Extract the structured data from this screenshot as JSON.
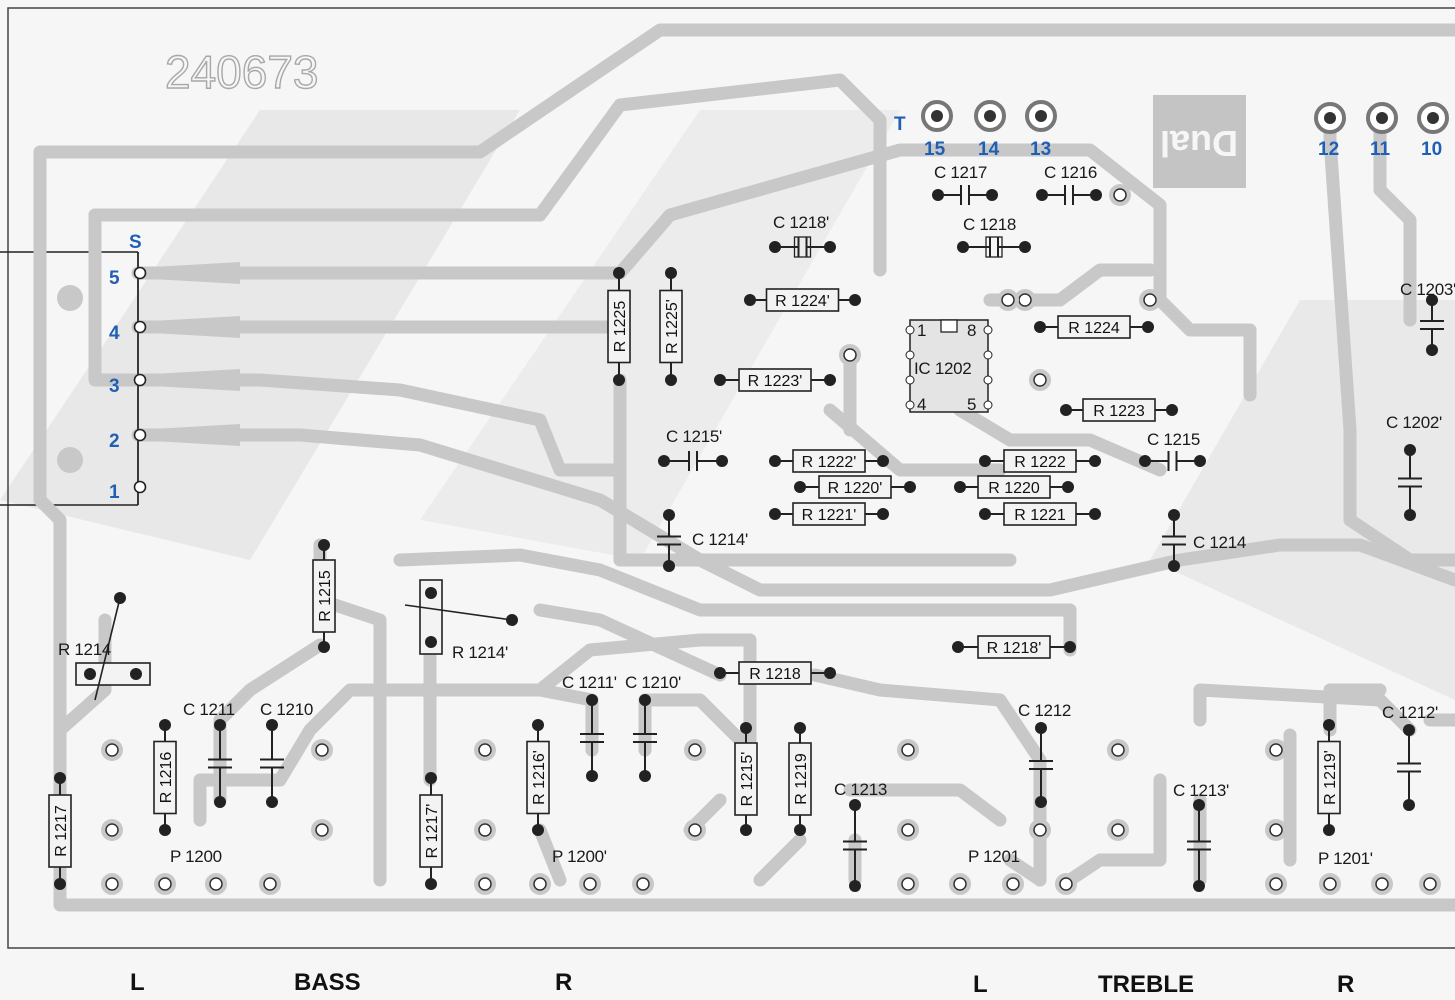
{
  "board_number": "240673",
  "logo": "Dual",
  "connector_s": {
    "label": "S",
    "pins": [
      "5",
      "4",
      "3",
      "2",
      "1"
    ]
  },
  "connector_t": {
    "label": "T",
    "pins": [
      "15",
      "14",
      "13"
    ]
  },
  "connector_right_pins": [
    "12",
    "11",
    "10"
  ],
  "ic": {
    "name": "IC 1202",
    "pin1": "1",
    "pin4": "4",
    "pin5": "5",
    "pin8": "8"
  },
  "resistors": {
    "r1225": "R 1225",
    "r1225p": "R 1225'",
    "r1224p": "R 1224'",
    "r1224": "R 1224",
    "r1223p": "R 1223'",
    "r1223": "R 1223",
    "r1222p": "R 1222'",
    "r1222": "R 1222",
    "r1220p": "R 1220'",
    "r1220": "R 1220",
    "r1221p": "R 1221'",
    "r1221": "R 1221",
    "r1215": "R 1215",
    "r1214": "R 1214",
    "r1214p": "R 1214'",
    "r1218p": "R 1218'",
    "r1218": "R 1218",
    "r1216": "R 1216",
    "r1217": "R 1217",
    "r1217p": "R 1217'",
    "r1216p": "R 1216'",
    "r1215p": "R 1215'",
    "r1219": "R 1219",
    "r1219p": "R 1219'"
  },
  "capacitors": {
    "c1217": "C 1217",
    "c1216": "C 1216",
    "c1218p": "C 1218'",
    "c1218": "C 1218",
    "c1215p": "C 1215'",
    "c1215": "C 1215",
    "c1214p": "C 1214'",
    "c1214": "C 1214",
    "c1203p": "C 1203'",
    "c1202p": "C 1202'",
    "c1212": "C 1212",
    "c1212p": "C 1212'",
    "c1211": "C 1211",
    "c1210": "C 1210",
    "c1211p": "C 1211'",
    "c1210p": "C 1210'",
    "c1213": "C 1213",
    "c1213p": "C 1213'"
  },
  "pots": {
    "p1200": "P 1200",
    "p1200p": "P 1200'",
    "p1201": "P 1201",
    "p1201p": "P 1201'"
  },
  "footer": {
    "bass_l": "L",
    "bass": "BASS",
    "bass_r": "R",
    "treble_l": "L",
    "treble": "TREBLE",
    "treble_r": "R"
  }
}
